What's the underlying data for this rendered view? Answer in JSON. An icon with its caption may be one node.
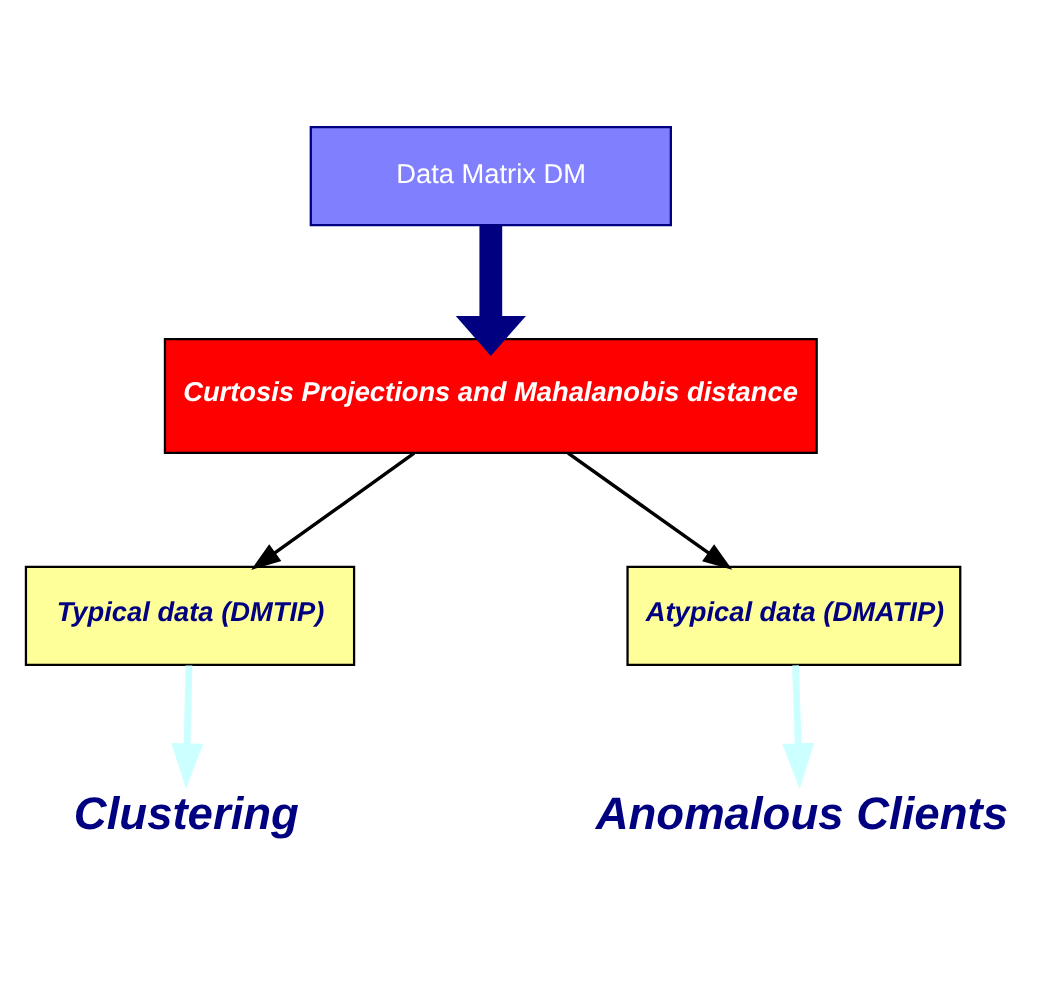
{
  "diagram": {
    "nodes": [
      {
        "text": [
          "Data Matrix DM"
        ]
      },
      {
        "text": [
          "Curtosis Projections and Mahalanobis distance"
        ]
      },
      {
        "text": [
          "Typical data (DMTIP)"
        ]
      },
      {
        "text": [
          "Atypical data (DMATIP)"
        ]
      },
      {
        "text": [
          "Clustering"
        ]
      },
      {
        "text": [
          "Anomalous Clients"
        ]
      }
    ],
    "edges": [
      {
        "from": 0,
        "to": 1,
        "arrow": "to",
        "style": "thick",
        "color": "#000080"
      },
      {
        "from": 1,
        "to": 2,
        "arrow": "to"
      },
      {
        "from": 1,
        "to": 3,
        "arrow": "to"
      },
      {
        "from": 2,
        "to": 4,
        "arrow": "to",
        "color": "#ccffff"
      },
      {
        "from": 3,
        "to": 5,
        "arrow": "to",
        "color": "#ccffff"
      }
    ]
  }
}
